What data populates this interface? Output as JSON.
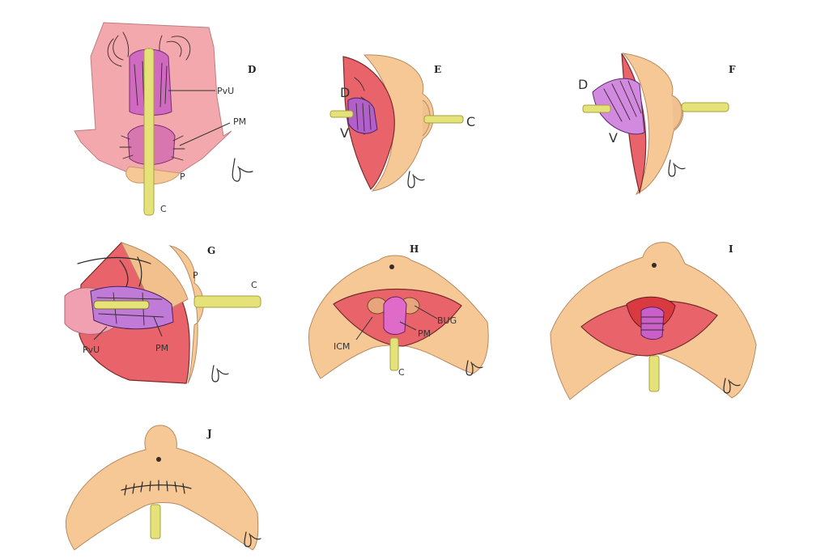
{
  "colors": {
    "skin": "#f6c896",
    "skin_dark": "#e8b07c",
    "pink": "#f2a0a4",
    "red": "#e8646a",
    "deep_red": "#d83a40",
    "mucosa": "#cf5fb8",
    "mucosa_light": "#e6a0e0",
    "catheter": "#e6e27a",
    "catheter_dark": "#b8b040",
    "ink": "#2a2a2a"
  },
  "panels": {
    "D": {
      "letter": "D",
      "labels": {
        "pvu": "PvU",
        "pm": "PM",
        "p": "P",
        "c": "C"
      }
    },
    "E": {
      "letter": "E",
      "labels": {
        "d": "D",
        "v": "V",
        "c": "C"
      }
    },
    "F": {
      "letter": "F",
      "labels": {
        "d": "D",
        "v": "V"
      }
    },
    "G": {
      "letter": "G",
      "labels": {
        "p": "P",
        "c": "C",
        "pvu": "PvU",
        "pm": "PM"
      }
    },
    "H": {
      "letter": "H",
      "labels": {
        "bug": "BUG",
        "icm": "ICM",
        "pm": "PM",
        "c": "C"
      }
    },
    "I": {
      "letter": "I",
      "labels": {}
    },
    "J": {
      "letter": "J",
      "labels": {}
    }
  }
}
